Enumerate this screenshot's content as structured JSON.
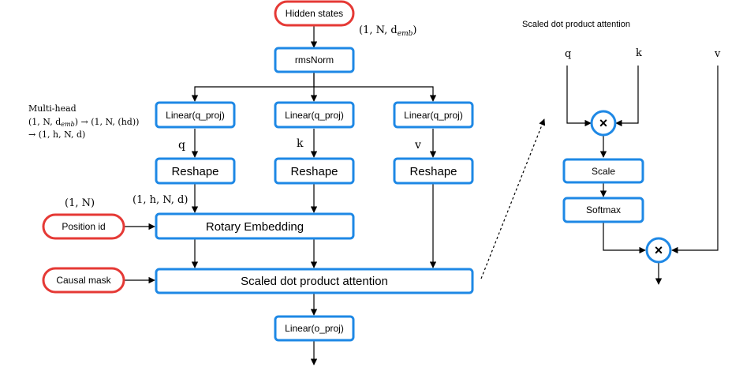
{
  "nodes": {
    "hidden_states": "Hidden states",
    "rmsnorm": "rmsNorm",
    "linear_q": "Linear(q_proj)",
    "linear_k": "Linear(q_proj)",
    "linear_v": "Linear(q_proj)",
    "reshape_q": "Reshape",
    "reshape_k": "Reshape",
    "reshape_v": "Reshape",
    "rotary": "Rotary Embedding",
    "position_id": "Position id",
    "causal_mask": "Causal mask",
    "sdpa": "Scaled dot product attention",
    "linear_o": "Linear(o_proj)",
    "scale": "Scale",
    "softmax": "Softmax"
  },
  "labels": {
    "hidden_shape": "(1, N, d",
    "hidden_shape_sub": "emb",
    "multihead_title": "Multi-head",
    "multihead_line1_a": "(1, N, d",
    "multihead_line1_sub": "emb",
    "multihead_line1_b": ") → (1, N, (hd))",
    "multihead_line2": "→ (1, h, N, d)",
    "q": "q",
    "k": "k",
    "v": "v",
    "pos_shape": "(1, N)",
    "qkv_shape": "(1, h, N, d)",
    "inset_title": "Scaled dot product attention",
    "inset_q": "q",
    "inset_k": "k",
    "inset_v": "v",
    "multiply_symbol": "×"
  },
  "colors": {
    "box_border": "#1e88e5",
    "input_border": "#e53935",
    "line": "#000000"
  }
}
